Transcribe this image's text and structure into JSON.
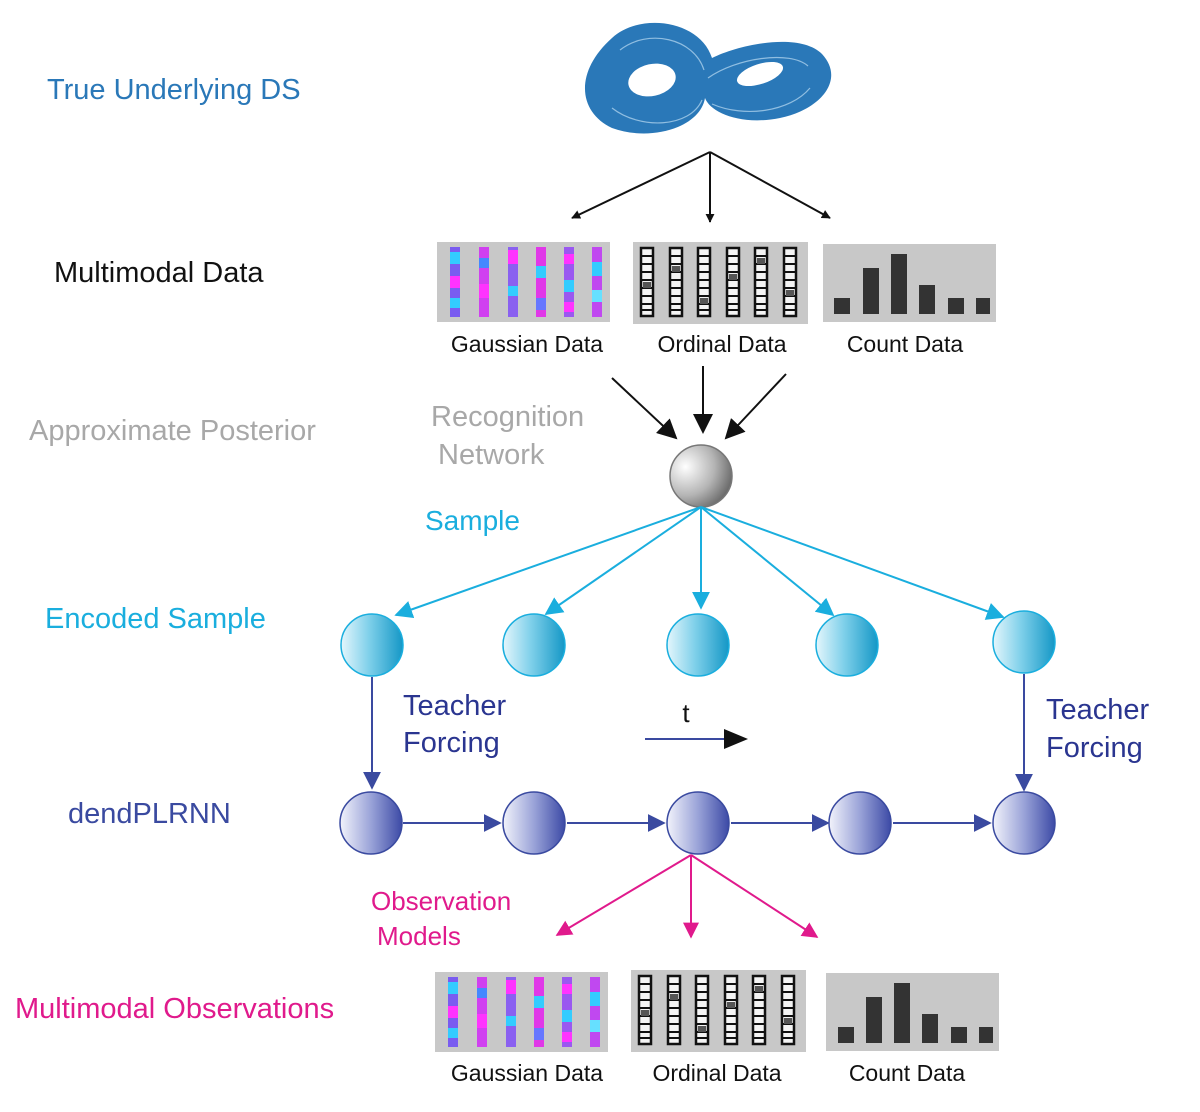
{
  "labels": {
    "true_ds": "True Underlying DS",
    "multimodal_data": "Multimodal Data",
    "approx_posterior": "Approximate Posterior",
    "recognition_line1": "Recognition",
    "recognition_line2": "Network",
    "sample": "Sample",
    "encoded_sample": "Encoded Sample",
    "teacher_left_1": "Teacher",
    "teacher_left_2": "Forcing",
    "teacher_right_1": "Teacher",
    "teacher_right_2": "Forcing",
    "time": "t",
    "dendplrnn": "dendPLRNN",
    "obs_models_1": "Observation",
    "obs_models_2": "Models",
    "multimodal_obs": "Multimodal Observations"
  },
  "data_panels": {
    "gaussian": "Gaussian Data",
    "ordinal": "Ordinal Data",
    "count": "Count Data"
  },
  "colors": {
    "ds_blue": "#2a78b8",
    "black": "#111111",
    "gray": "#a8a8a8",
    "cyan": "#1aaede",
    "navy": "#3a4aa0",
    "magenta": "#e01a8c",
    "panel_bg": "#c8c8c8",
    "bar": "#333333"
  },
  "icons": [
    "lorenz-attractor-icon"
  ]
}
